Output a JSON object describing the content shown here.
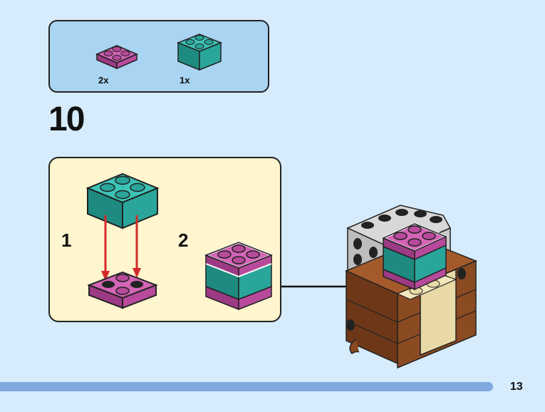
{
  "parts": [
    {
      "quantity": "2x",
      "color": "#b84a9c",
      "part": "plate-2x2"
    },
    {
      "quantity": "1x",
      "color": "#2aa59a",
      "part": "brick-2x2"
    }
  ],
  "step": {
    "number": "10"
  },
  "substeps": [
    {
      "number": "1"
    },
    {
      "number": "2"
    }
  ],
  "colors": {
    "magenta": "#b84a9c",
    "teal": "#2aa59a",
    "brown": "#8a4a22",
    "tan": "#e8d9a6",
    "gray": "#c9c9c9",
    "arrow_red": "#d42a2a"
  },
  "page": {
    "number": "13"
  }
}
